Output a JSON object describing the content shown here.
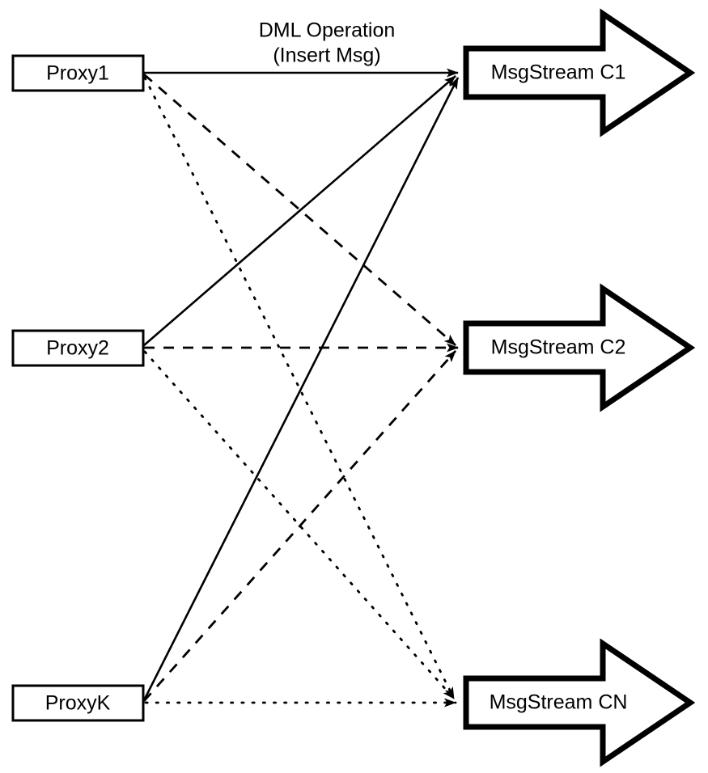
{
  "diagram": {
    "title_caption": {
      "line1": "DML Operation",
      "line2": "(Insert Msg)"
    },
    "proxies": [
      {
        "id": "proxy1",
        "label": "Proxy1"
      },
      {
        "id": "proxy2",
        "label": "Proxy2"
      },
      {
        "id": "proxyk",
        "label": "ProxyK"
      }
    ],
    "streams": [
      {
        "id": "stream-c1",
        "label": "MsgStream C1"
      },
      {
        "id": "stream-c2",
        "label": "MsgStream C2"
      },
      {
        "id": "stream-cn",
        "label": "MsgStream CN"
      }
    ],
    "edges": [
      {
        "from": "Proxy1",
        "to": "MsgStream C1",
        "style": "solid"
      },
      {
        "from": "Proxy1",
        "to": "MsgStream C2",
        "style": "dashed"
      },
      {
        "from": "Proxy1",
        "to": "MsgStream CN",
        "style": "dotted"
      },
      {
        "from": "Proxy2",
        "to": "MsgStream C1",
        "style": "solid"
      },
      {
        "from": "Proxy2",
        "to": "MsgStream C2",
        "style": "dashed"
      },
      {
        "from": "Proxy2",
        "to": "MsgStream CN",
        "style": "dotted"
      },
      {
        "from": "ProxyK",
        "to": "MsgStream C1",
        "style": "solid"
      },
      {
        "from": "ProxyK",
        "to": "MsgStream C2",
        "style": "dashed"
      },
      {
        "from": "ProxyK",
        "to": "MsgStream CN",
        "style": "dotted"
      }
    ],
    "colors": {
      "stroke": "#000000",
      "fill": "#ffffff"
    }
  }
}
